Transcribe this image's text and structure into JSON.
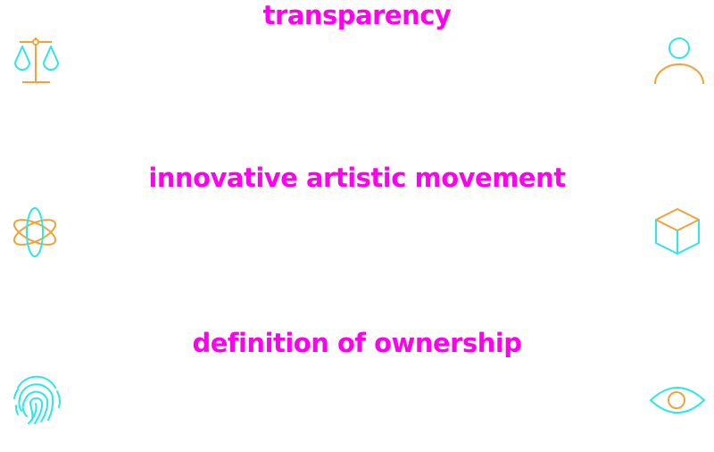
{
  "colors": {
    "headline": "#ff00ee",
    "accent_cyan": "#2ee6e6",
    "accent_orange": "#f2a23a"
  },
  "headlines": [
    "transparency",
    "innovative artistic movement",
    "definition of ownership"
  ],
  "icons": {
    "left": [
      "scales-icon",
      "atom-icon",
      "fingerprint-icon"
    ],
    "right": [
      "person-icon",
      "cube-icon",
      "eye-icon"
    ]
  }
}
